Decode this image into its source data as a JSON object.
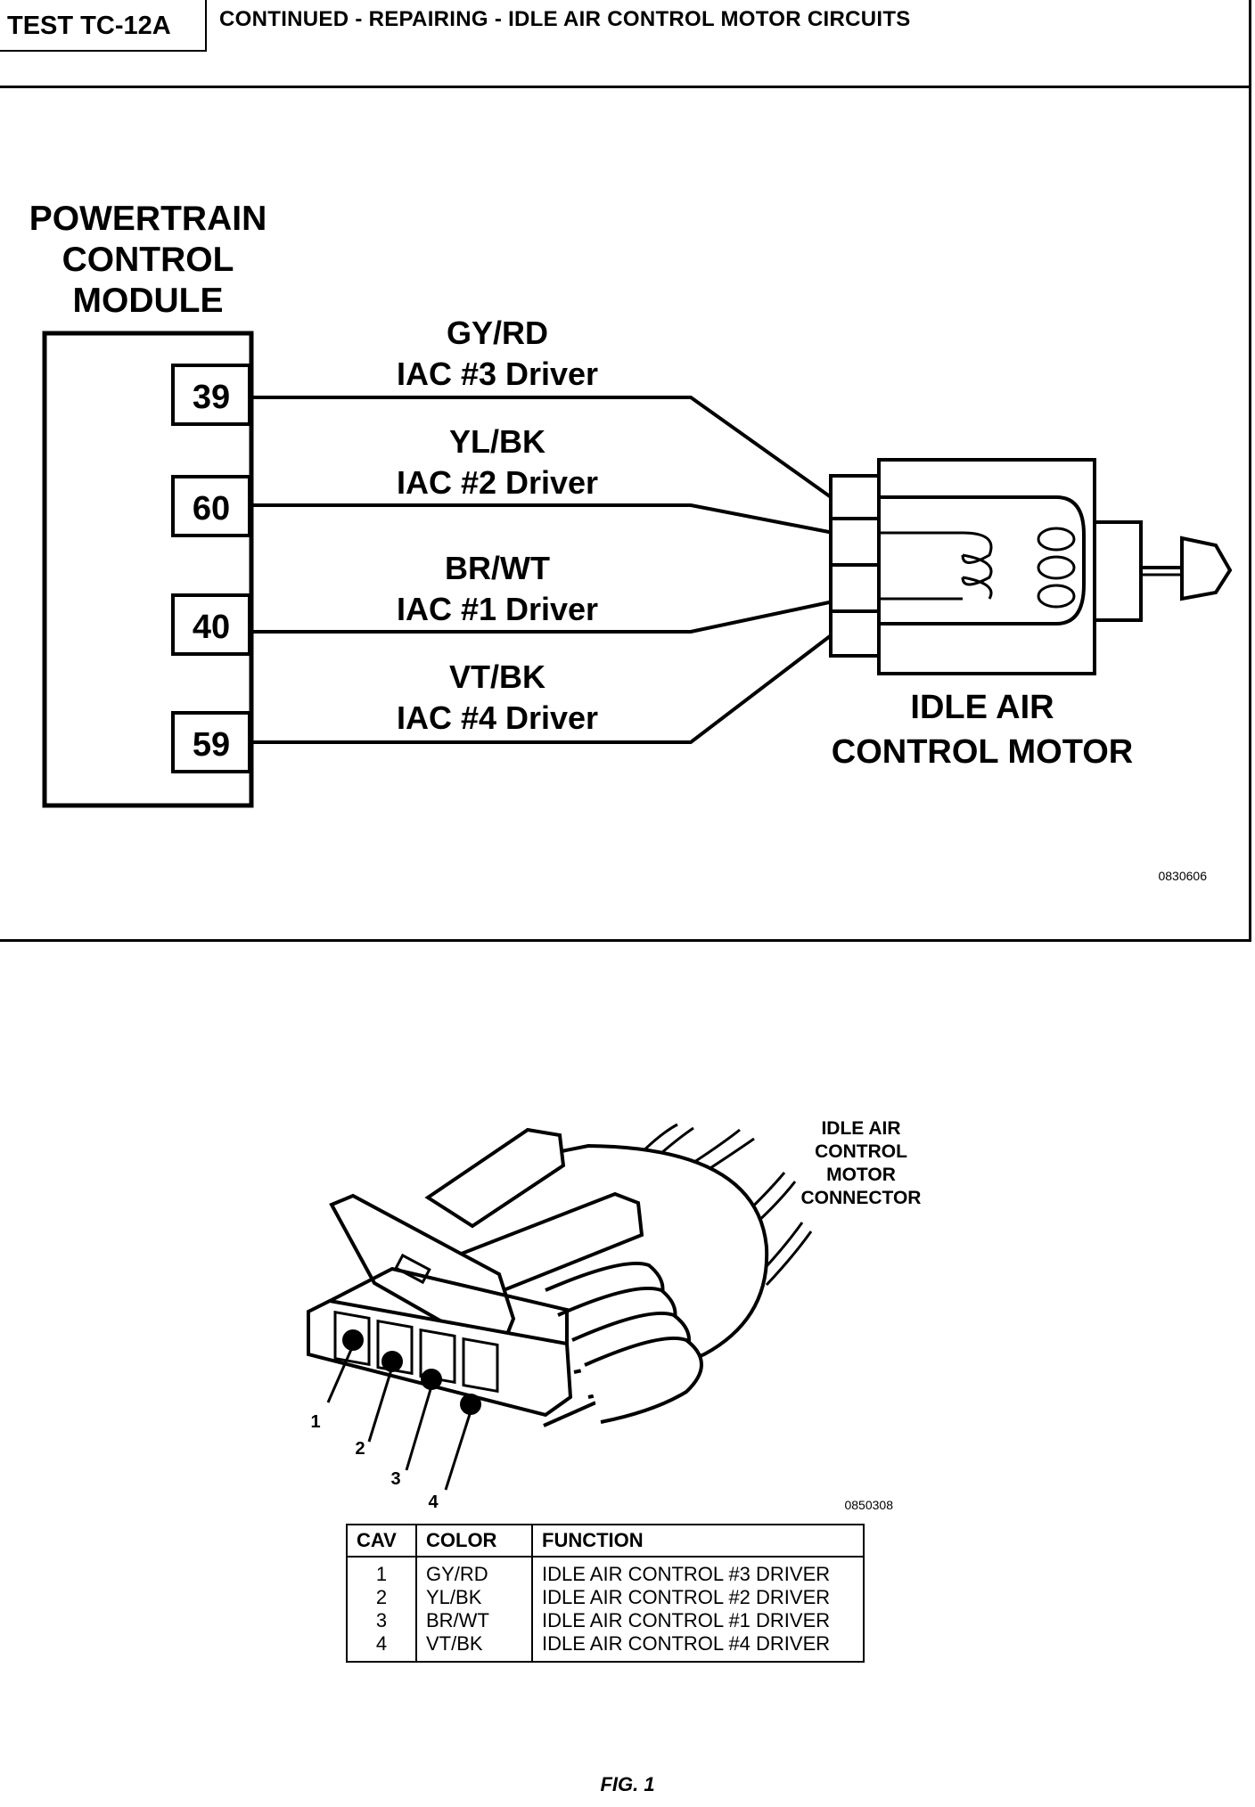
{
  "header": {
    "test_id": "TEST TC-12A",
    "title": "CONTINUED - REPAIRING - IDLE AIR CONTROL MOTOR CIRCUITS"
  },
  "schematic": {
    "pcm_label": [
      "POWERTRAIN",
      "CONTROL",
      "MODULE"
    ],
    "circuits": [
      {
        "pin": "39",
        "color": "GY/RD",
        "function": "IAC #3 Driver"
      },
      {
        "pin": "60",
        "color": "YL/BK",
        "function": "IAC #2 Driver"
      },
      {
        "pin": "40",
        "color": "BR/WT",
        "function": "IAC #1 Driver"
      },
      {
        "pin": "59",
        "color": "VT/BK",
        "function": "IAC #4 Driver"
      }
    ],
    "motor_label": [
      "IDLE AIR",
      "CONTROL MOTOR"
    ],
    "figure_code": "0830606"
  },
  "connector": {
    "label": [
      "IDLE AIR",
      "CONTROL",
      "MOTOR",
      "CONNECTOR"
    ],
    "cavity_callouts": [
      "1",
      "2",
      "3",
      "4"
    ],
    "figure_code": "0850308",
    "table": {
      "headers": [
        "CAV",
        "COLOR",
        "FUNCTION"
      ],
      "rows": [
        {
          "cav": "1",
          "color": "GY/RD",
          "function": "IDLE AIR CONTROL #3 DRIVER"
        },
        {
          "cav": "2",
          "color": "YL/BK",
          "function": "IDLE AIR CONTROL #2 DRIVER"
        },
        {
          "cav": "3",
          "color": "BR/WT",
          "function": "IDLE AIR CONTROL #1 DRIVER"
        },
        {
          "cav": "4",
          "color": "VT/BK",
          "function": "IDLE AIR CONTROL #4 DRIVER"
        }
      ]
    }
  },
  "caption": "FIG. 1"
}
